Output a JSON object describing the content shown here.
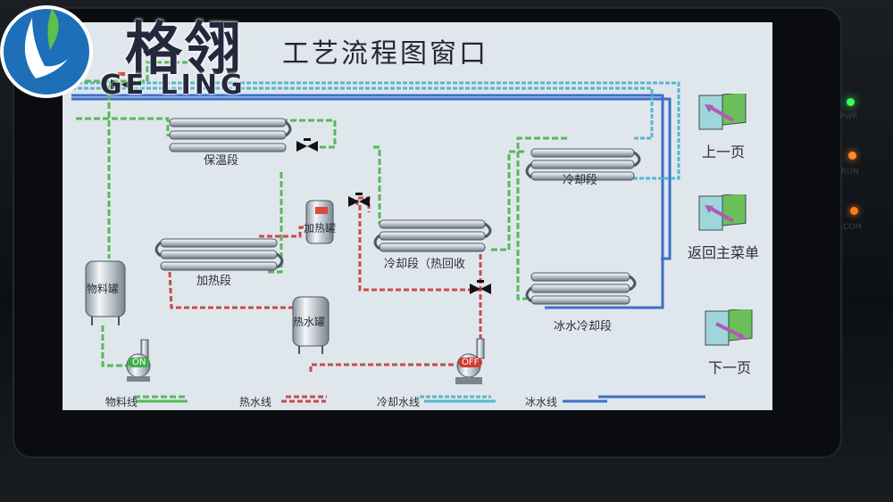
{
  "brand": {
    "name_cn": "格翎",
    "name_en": "GE LING"
  },
  "window": {
    "title": "工艺流程图窗口"
  },
  "equipment": {
    "keep_warm": "保温段",
    "heating": "加热段",
    "heating_tank": "加热罐",
    "cooling_heat_recovery": "冷却段（热回收",
    "cooling": "冷却段",
    "ice_water_cooling": "冰水冷却段",
    "material_tank": "物料罐",
    "hot_water_tank": "热水罐"
  },
  "pumps": {
    "material_pump": "ON",
    "hot_water_pump": "OFF"
  },
  "nav": {
    "prev": "上一页",
    "main_menu": "返回主菜单",
    "next": "下一页"
  },
  "legend": {
    "material": "物料线",
    "hot_water": "热水线",
    "cooling_water": "冷却水线",
    "ice_water": "冰水线"
  },
  "colors": {
    "material": "#58b85a",
    "hot_water": "#c94a4a",
    "cooling_water": "#58b6cf",
    "ice_water": "#3c6fc8",
    "pump_on": "#3fae4a",
    "pump_off": "#d23a2e"
  },
  "indicators": [
    {
      "label": "PWR",
      "color": "#3bff5a"
    },
    {
      "label": "RUN",
      "color": "#ff8a22"
    },
    {
      "label": "COM",
      "color": "#ff7a1a"
    }
  ]
}
